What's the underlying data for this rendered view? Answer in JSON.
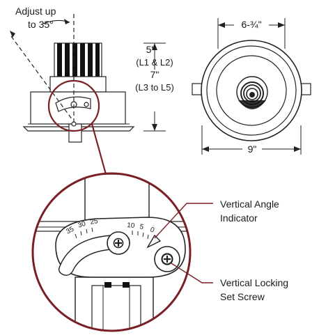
{
  "annotations": {
    "adjust_line1": "Adjust up",
    "adjust_line2": "to 35°",
    "height_a_value": "5\"",
    "height_a_note": "(L1 & L2)",
    "height_b_value": "7\"",
    "height_b_note": "(L3 to L5)",
    "top_width": "6-¾\"",
    "bottom_width": "9\""
  },
  "callouts": {
    "angle_indicator_line1": "Vertical Angle",
    "angle_indicator_line2": "Indicator",
    "locking_screw_line1": "Vertical Locking",
    "locking_screw_line2": "Set Screw"
  },
  "scale_marks": [
    "35",
    "30",
    "25",
    "10",
    "5",
    "0"
  ],
  "colors": {
    "detail_ring": "#7a1f25",
    "line": "#222222"
  }
}
